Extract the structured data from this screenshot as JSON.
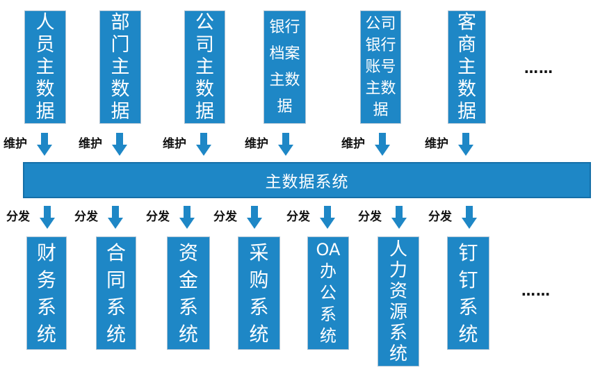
{
  "labels": {
    "maintain": "维护",
    "distribute": "分发",
    "ellipsis": "……"
  },
  "hub": {
    "title": "主数据系统"
  },
  "sources": [
    {
      "label": "人员主数据"
    },
    {
      "label": "部门主数据"
    },
    {
      "label": "公司主数据"
    },
    {
      "label": "银行档案主数据"
    },
    {
      "label": "公司银行账号主数据"
    },
    {
      "label": "客商主数据"
    }
  ],
  "systems": [
    {
      "label": "财务系统"
    },
    {
      "label": "合同系统"
    },
    {
      "label": "资金系统"
    },
    {
      "label": "采购系统"
    },
    {
      "label": "OA办公系统"
    },
    {
      "label": "人力资源系统"
    },
    {
      "label": "钉钉系统"
    }
  ],
  "colors": {
    "box_fill": "#1e87c6",
    "bar_border": "#156fa8",
    "box_border": "#aec2d2",
    "label_ink": "#111111"
  }
}
